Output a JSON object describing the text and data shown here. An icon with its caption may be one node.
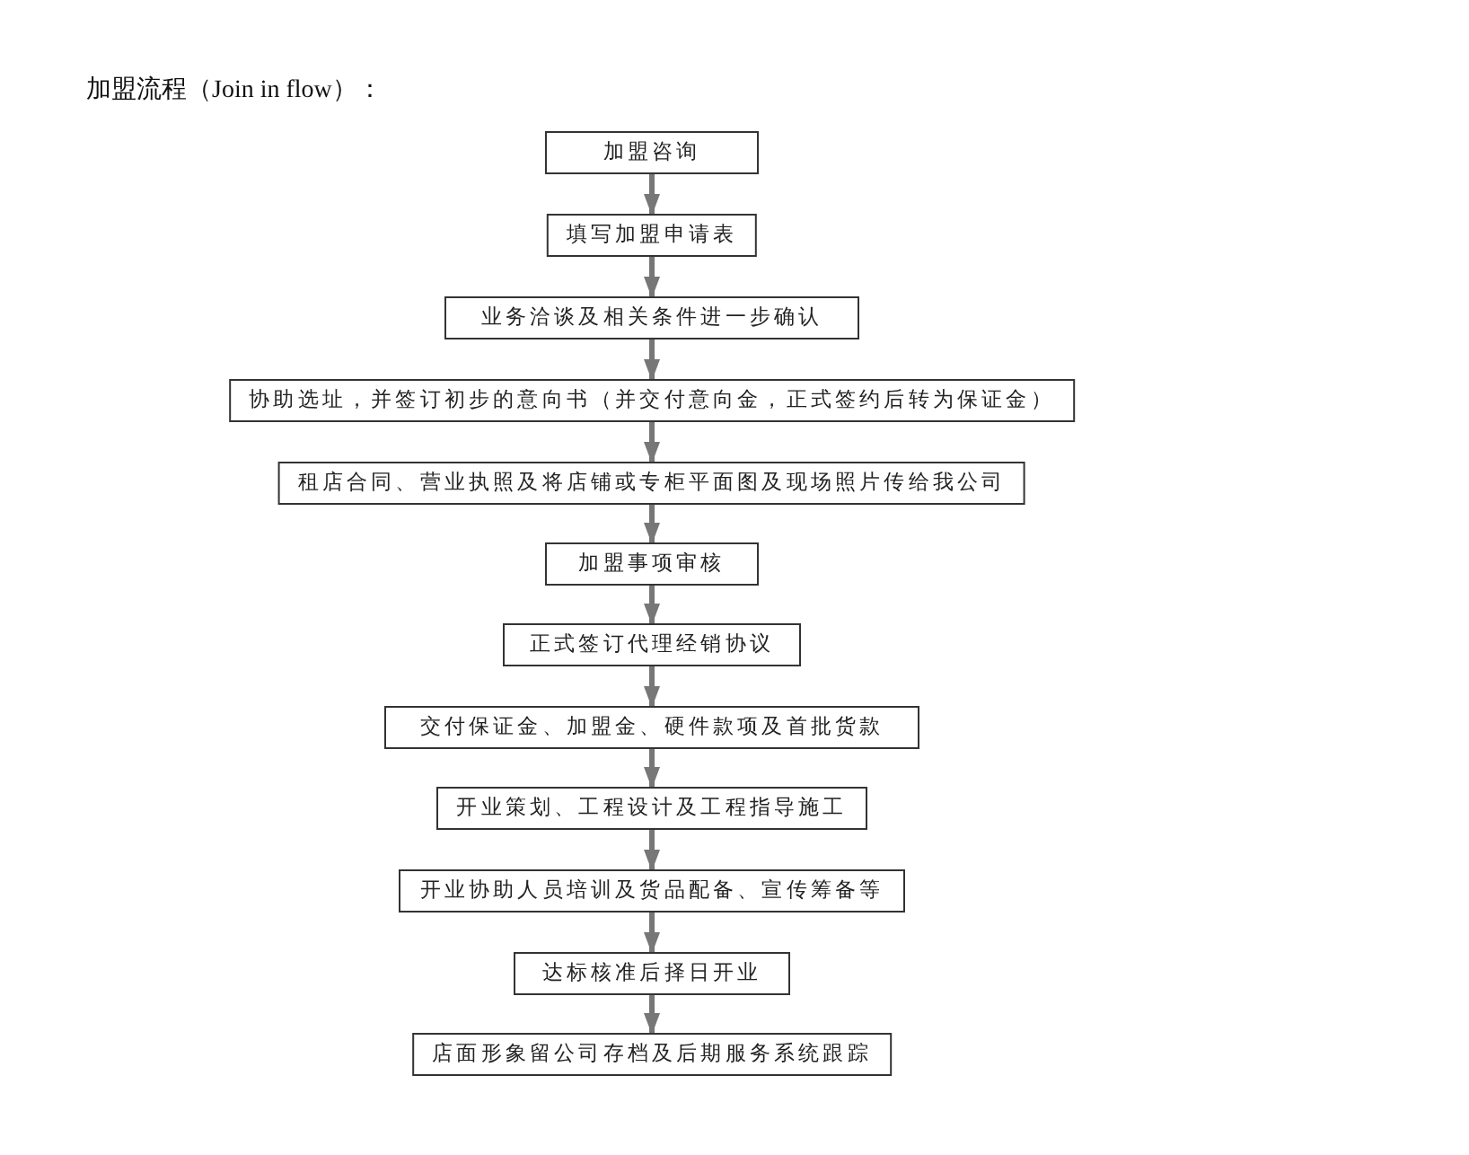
{
  "diagram": {
    "title": "加盟流程（Join in flow）：",
    "nodes": [
      {
        "text": [
          "加盟咨询"
        ]
      },
      {
        "text": [
          "填写加盟申请表"
        ]
      },
      {
        "text": [
          "业务洽谈及相关条件进一步确认"
        ]
      },
      {
        "text": [
          "协助选址，并签订初步的意向书（并交付意向金，正式签约后转为保证金）"
        ]
      },
      {
        "text": [
          "租店合同、营业执照及将店铺或专柜平面图及现场照片传给我公司"
        ]
      },
      {
        "text": [
          "加盟事项审核"
        ]
      },
      {
        "text": [
          "正式签订代理经销协议"
        ]
      },
      {
        "text": [
          "交付保证金、加盟金、硬件款项及首批货款"
        ]
      },
      {
        "text": [
          "开业策划、工程设计及工程指导施工"
        ]
      },
      {
        "text": [
          "开业协助人员培训及货品配备、宣传筹备等"
        ]
      },
      {
        "text": [
          "达标核准后择日开业"
        ]
      },
      {
        "text": [
          "店面形象留公司存档及后期服务系统跟踪"
        ]
      }
    ],
    "edges": [
      {
        "from": 0,
        "to": 1,
        "arrow": "to"
      },
      {
        "from": 1,
        "to": 2,
        "arrow": "to"
      },
      {
        "from": 2,
        "to": 3,
        "arrow": "to"
      },
      {
        "from": 3,
        "to": 4,
        "arrow": "to"
      },
      {
        "from": 4,
        "to": 5,
        "arrow": "to"
      },
      {
        "from": 5,
        "to": 6,
        "arrow": "to"
      },
      {
        "from": 6,
        "to": 7,
        "arrow": "to"
      },
      {
        "from": 7,
        "to": 8,
        "arrow": "to"
      },
      {
        "from": 8,
        "to": 9,
        "arrow": "to"
      },
      {
        "from": 9,
        "to": 10,
        "arrow": "to"
      },
      {
        "from": 10,
        "to": 11,
        "arrow": "to"
      }
    ]
  }
}
